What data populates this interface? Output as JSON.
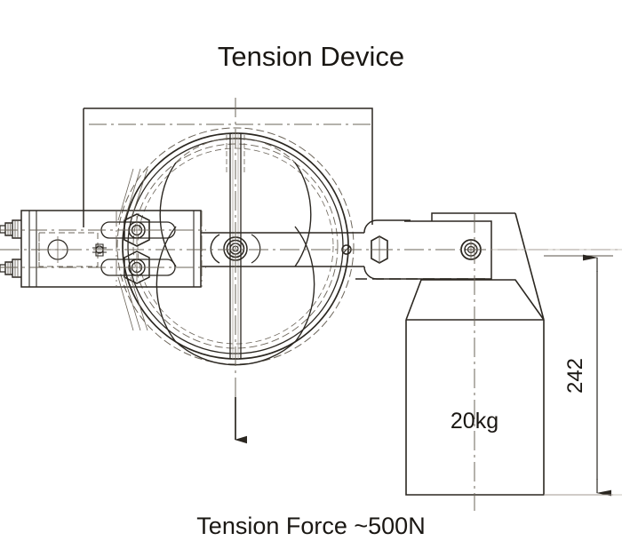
{
  "drawing": {
    "title": "Tension Device",
    "caption": "Tension Force ~500N",
    "weight_label": "20kg",
    "dimension_label": "242",
    "colors": {
      "line": "#2b2721",
      "thin_line": "#5a5348",
      "center_line": "#6b6459",
      "background": "#ffffff",
      "text": "#1a1713"
    },
    "components": {
      "pulley": "pulley-wheel",
      "mount_bracket": "left-mount-bracket",
      "arm": "horizontal-tension-arm",
      "weight": "hanging-weight-block",
      "force_arrow": "downward-force-arrow",
      "dimension": "vertical-dimension-242"
    }
  }
}
